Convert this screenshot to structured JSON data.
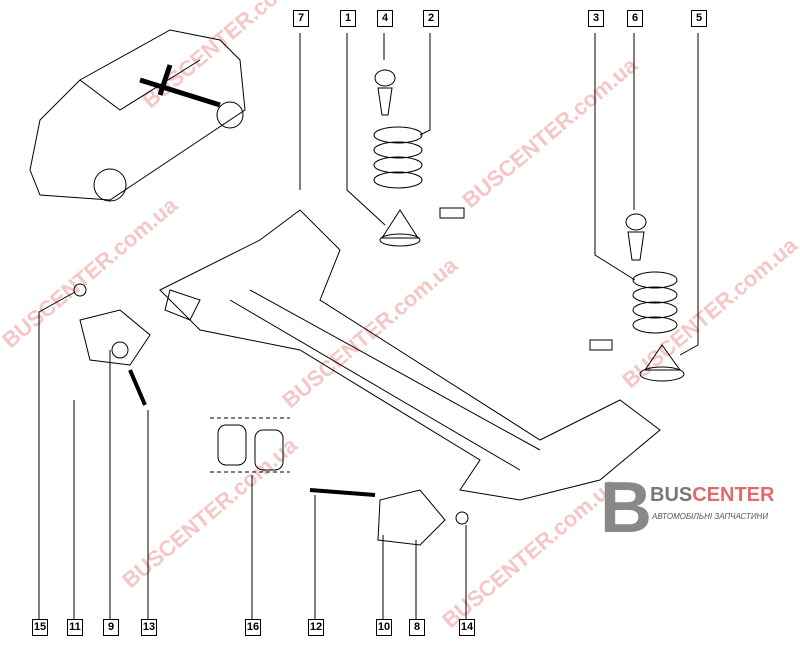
{
  "callouts_top": [
    "7",
    "1",
    "4",
    "2",
    "3",
    "6",
    "5"
  ],
  "callouts_bottom": [
    "15",
    "11",
    "9",
    "13",
    "16",
    "12",
    "10",
    "8",
    "14"
  ],
  "watermark": "BUSCENTER.com.ua",
  "logo": {
    "prefix": "BUS",
    "suffix": "CENTER",
    "tagline": "АВТОМОБІЛЬНІ ЗАПЧАСТИНИ"
  },
  "colors": {
    "watermark": "#e65a5a",
    "line": "#000000"
  }
}
